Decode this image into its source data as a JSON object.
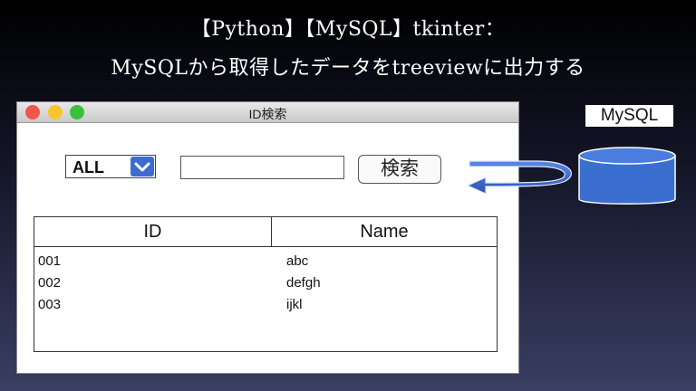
{
  "slide": {
    "title_line1": "【Python】【MySQL】tkinter：",
    "title_line2": "MySQLから取得したデータをtreeviewに出力する"
  },
  "window": {
    "title": "ID検索",
    "combobox": {
      "value": "ALL"
    },
    "entry": {
      "value": ""
    },
    "search_button": "検索",
    "table": {
      "columns": [
        "ID",
        "Name"
      ],
      "rows": [
        {
          "id": "001",
          "name": "abc"
        },
        {
          "id": "002",
          "name": "defgh"
        },
        {
          "id": "003",
          "name": "ijkl"
        }
      ]
    }
  },
  "database": {
    "label": "MySQL"
  },
  "colors": {
    "close": "#f2554d",
    "minimize": "#f7c52b",
    "zoom": "#3bbf3f",
    "accent": "#3e6bd0",
    "db_fill": "#3a6fcf"
  },
  "icons": [
    "chevron-down-icon",
    "database-icon",
    "refresh-arrow-icon"
  ]
}
